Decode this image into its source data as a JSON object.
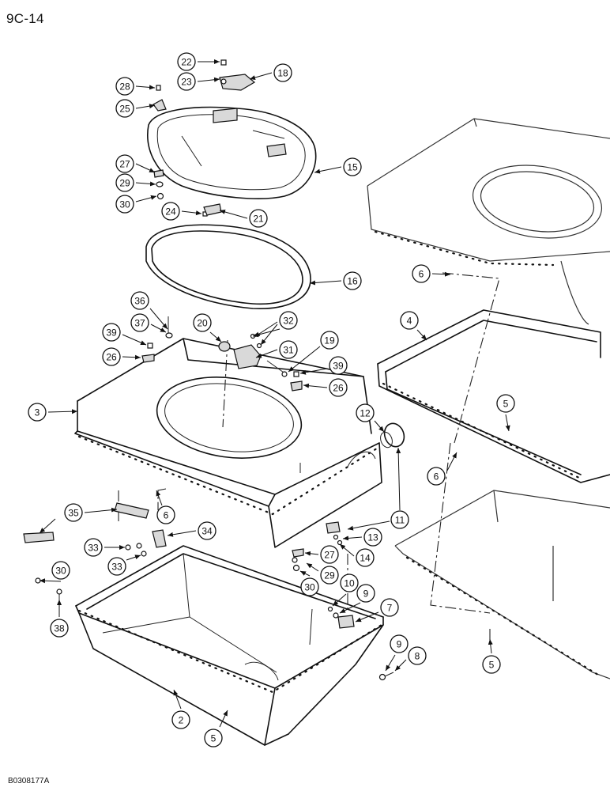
{
  "page_code": "9C-14",
  "drawing_code": "B0308177A",
  "callouts": [
    "22",
    "23",
    "18",
    "28",
    "25",
    "27",
    "29",
    "30",
    "15",
    "24",
    "21",
    "16",
    "36",
    "37",
    "39",
    "26",
    "20",
    "32",
    "31",
    "19",
    "39",
    "26",
    "3",
    "12",
    "4",
    "5",
    "6",
    "35",
    "6",
    "34",
    "33",
    "33",
    "11",
    "13",
    "14",
    "27",
    "29",
    "30",
    "30",
    "38",
    "10",
    "9",
    "7",
    "9",
    "8",
    "5",
    "2",
    "5",
    "6"
  ]
}
